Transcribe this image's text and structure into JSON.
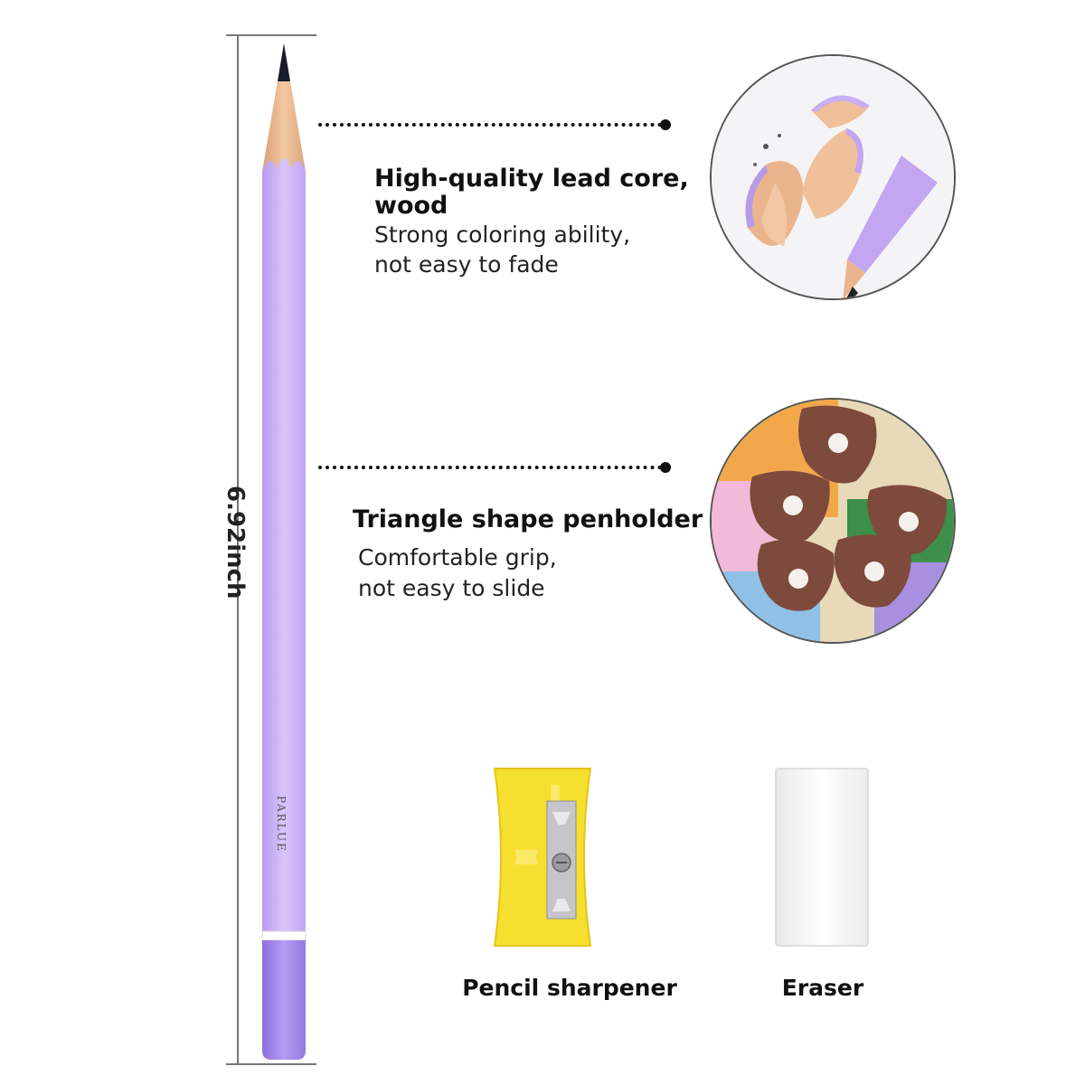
{
  "dimension": {
    "label": "6.92inch"
  },
  "pencil": {
    "brand": "PARLUE",
    "colors": {
      "body": "#c9aef5",
      "end": "#9a7fe6",
      "wood": "#e8b48c",
      "lead": "#1a1a2e"
    }
  },
  "features": [
    {
      "title": "High-quality lead core, wood",
      "desc_line1": "Strong coloring ability,",
      "desc_line2": "not easy to fade",
      "photo": "pencil-shavings-photo"
    },
    {
      "title": "Triangle shape penholder",
      "desc_line1": "Comfortable grip,",
      "desc_line2": "not easy to slide",
      "photo": "triangle-pencils-photo"
    }
  ],
  "accessories": [
    {
      "label": "Pencil sharpener",
      "icon": "sharpener-icon",
      "color": "#f7df2f"
    },
    {
      "label": "Eraser",
      "icon": "eraser-icon",
      "color": "#f6f6f6"
    }
  ]
}
